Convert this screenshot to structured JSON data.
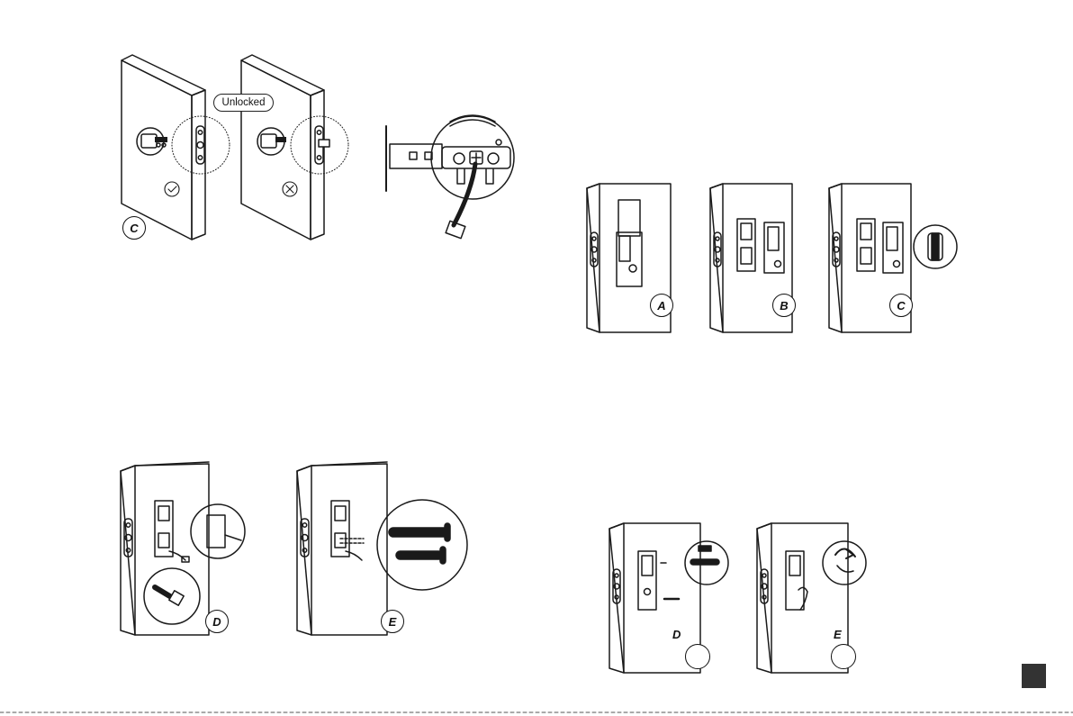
{
  "callouts": {
    "unlocked": "Unlocked"
  },
  "steps": {
    "left_top": "C",
    "left_bottom_d": "D",
    "left_bottom_e": "E",
    "right_a": "A",
    "right_b": "B",
    "right_c": "C",
    "right_d": "D",
    "right_e": "E"
  },
  "colors": {
    "ink": "#1a1a1a",
    "page_number_box": "#333333"
  }
}
